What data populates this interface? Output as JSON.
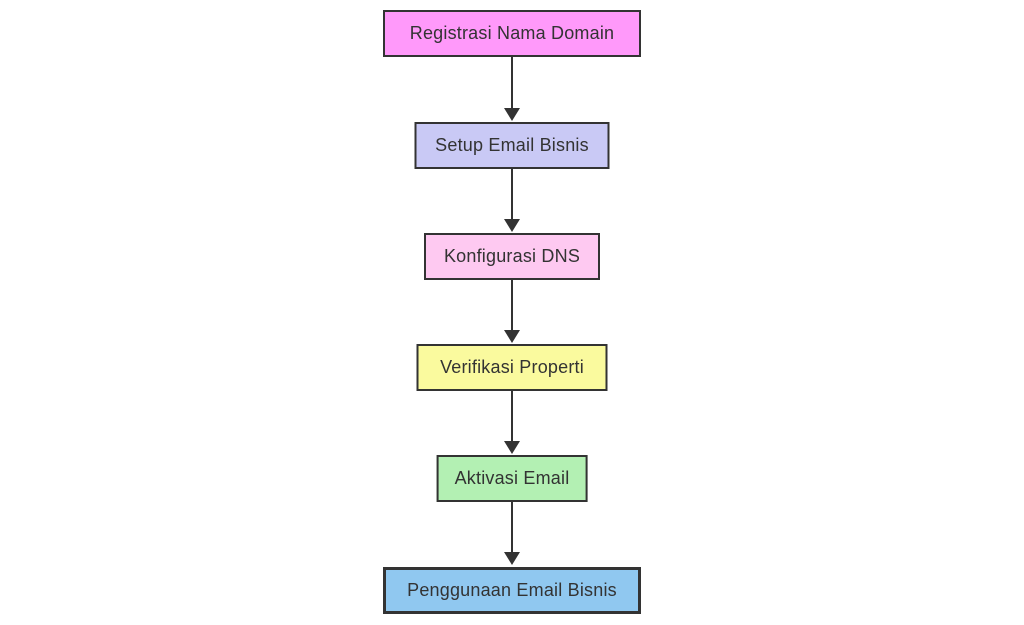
{
  "diagram": {
    "type": "flowchart",
    "direction": "top-down",
    "colors": {
      "background": "#ffffff",
      "border": "#333333",
      "arrow": "#333333",
      "text": "#333333"
    },
    "nodes": [
      {
        "id": "registrasi-nama-domain",
        "label": "Registrasi Nama Domain",
        "fill": "#ff99fa"
      },
      {
        "id": "setup-email-bisnis",
        "label": "Setup Email Bisnis",
        "fill": "#c9c9f5"
      },
      {
        "id": "konfigurasi-dns",
        "label": "Konfigurasi DNS",
        "fill": "#fec9f1"
      },
      {
        "id": "verifikasi-properti",
        "label": "Verifikasi Properti",
        "fill": "#fafa9e"
      },
      {
        "id": "aktivasi-email",
        "label": "Aktivasi Email",
        "fill": "#b3f0b3"
      },
      {
        "id": "penggunaan-email-bisnis",
        "label": "Penggunaan Email Bisnis",
        "fill": "#90c8f0"
      }
    ],
    "edges": [
      {
        "from": "Registrasi Nama Domain",
        "to": "Setup Email Bisnis"
      },
      {
        "from": "Setup Email Bisnis",
        "to": "Konfigurasi DNS"
      },
      {
        "from": "Konfigurasi DNS",
        "to": "Verifikasi Properti"
      },
      {
        "from": "Verifikasi Properti",
        "to": "Aktivasi Email"
      },
      {
        "from": "Aktivasi Email",
        "to": "Penggunaan Email Bisnis"
      }
    ]
  }
}
